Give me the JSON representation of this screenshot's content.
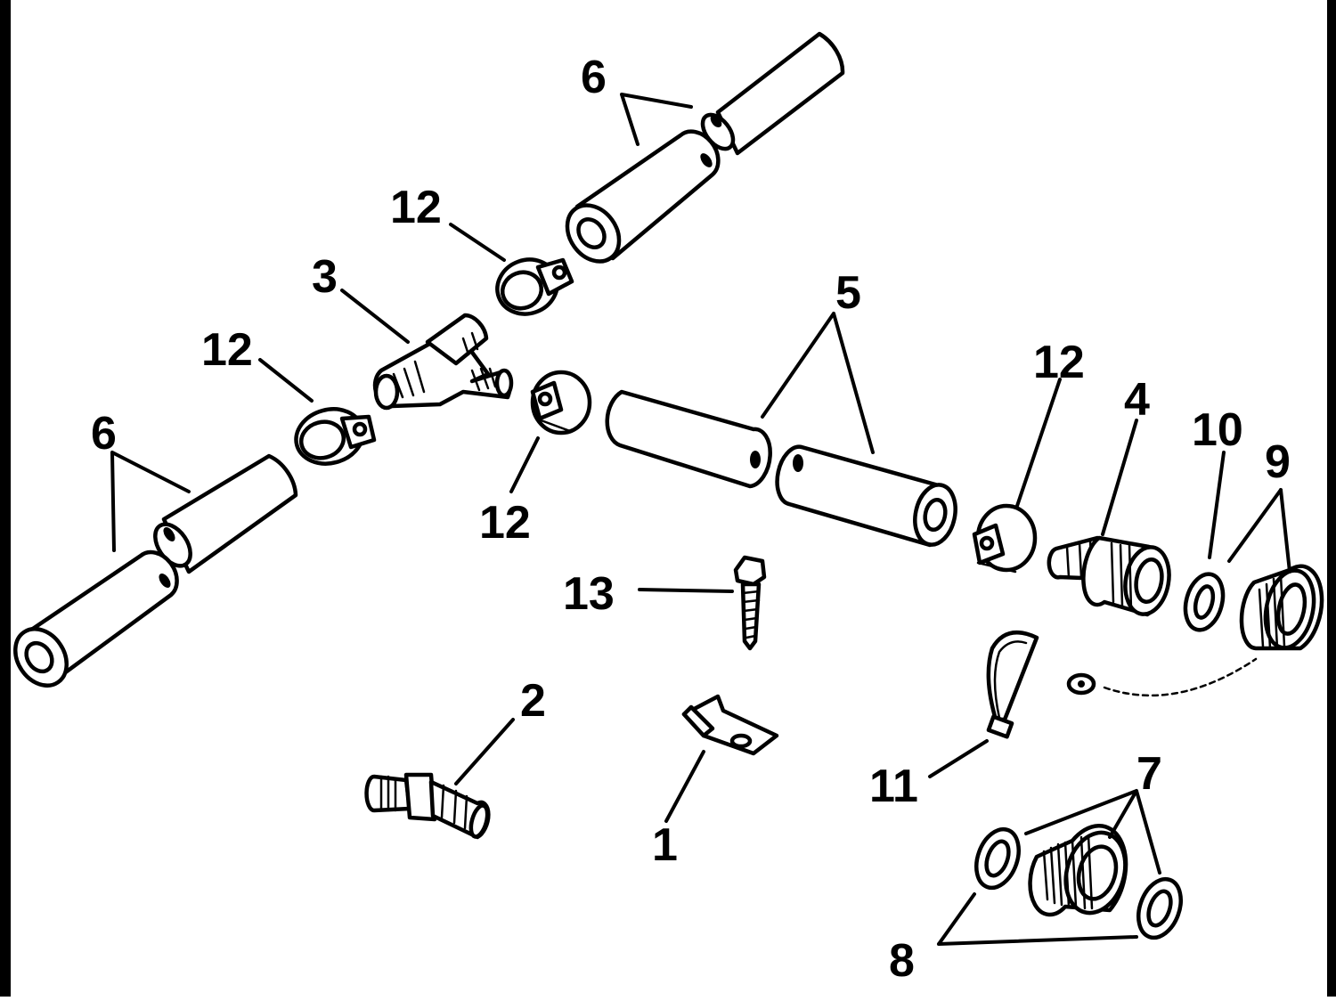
{
  "diagram": {
    "colors": {
      "ink": "#000000",
      "paper": "#ffffff"
    },
    "labels": {
      "l6_top": "6",
      "l12_top": "12",
      "l3": "3",
      "l12_left": "12",
      "l5": "5",
      "l12_right": "12",
      "l4": "4",
      "l10": "10",
      "l9": "9",
      "l6_left": "6",
      "l12_mid": "12",
      "l13": "13",
      "l2": "2",
      "l1": "1",
      "l11": "11",
      "l7": "7",
      "l8": "8"
    }
  }
}
